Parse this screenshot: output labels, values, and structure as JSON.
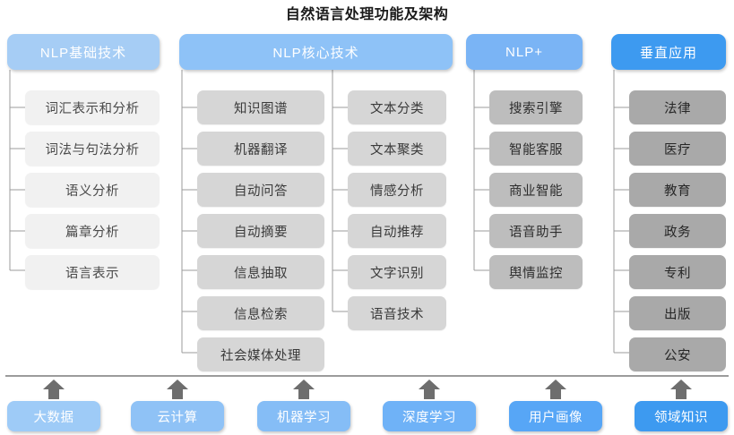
{
  "title": "自然语言处理功能及架构",
  "colors": {
    "header_nlp_basic": "#a6cdf5",
    "header_nlp_core": "#8ec2f7",
    "header_nlp_plus": "#7ab4f5",
    "header_vertical": "#3d9af0",
    "item_light": "#f1f1f1",
    "item_mid": "#d6d6d6",
    "item_dark": "#bdbdbd",
    "item_darker": "#a9a9a9",
    "wire": "#9b9b9b",
    "arrow": "#6e6e6e",
    "baseline": "#9b9b9b",
    "title_text": "#1a1a1a"
  },
  "columns": [
    {
      "id": "nlp-basic",
      "header": "NLP基础技术",
      "header_color": "#a6cdf5",
      "tone": "light",
      "items": [
        "词汇表示和分析",
        "词法与句法分析",
        "语义分析",
        "篇章分析",
        "语言表示"
      ]
    },
    {
      "id": "nlp-core-a",
      "header": "NLP核心技术",
      "header_color": "#8ec2f7",
      "tone": "mid",
      "items": [
        "知识图谱",
        "机器翻译",
        "自动问答",
        "自动摘要",
        "信息抽取",
        "信息检索",
        "社会媒体处理"
      ]
    },
    {
      "id": "nlp-core-b",
      "header": "",
      "header_color": "#8ec2f7",
      "tone": "mid",
      "items": [
        "文本分类",
        "文本聚类",
        "情感分析",
        "自动推荐",
        "文字识别",
        "语音技术"
      ]
    },
    {
      "id": "nlp-plus",
      "header": "NLP+",
      "header_color": "#7ab4f5",
      "tone": "dark",
      "items": [
        "搜索引擎",
        "智能客服",
        "商业智能",
        "语音助手",
        "舆情监控"
      ]
    },
    {
      "id": "vertical",
      "header": "垂直应用",
      "header_color": "#3d9af0",
      "tone": "darker",
      "items": [
        "法律",
        "医疗",
        "教育",
        "政务",
        "专利",
        "出版",
        "公安"
      ]
    }
  ],
  "foundation": {
    "items": [
      {
        "label": "大数据",
        "color": "#9ecbf7"
      },
      {
        "label": "云计算",
        "color": "#8fc2f6"
      },
      {
        "label": "机器学习",
        "color": "#85bdf6"
      },
      {
        "label": "深度学习",
        "color": "#6fb2f7"
      },
      {
        "label": "用户画像",
        "color": "#57a6f6"
      },
      {
        "label": "领域知识",
        "color": "#3d9af0"
      }
    ]
  },
  "watermark": ""
}
